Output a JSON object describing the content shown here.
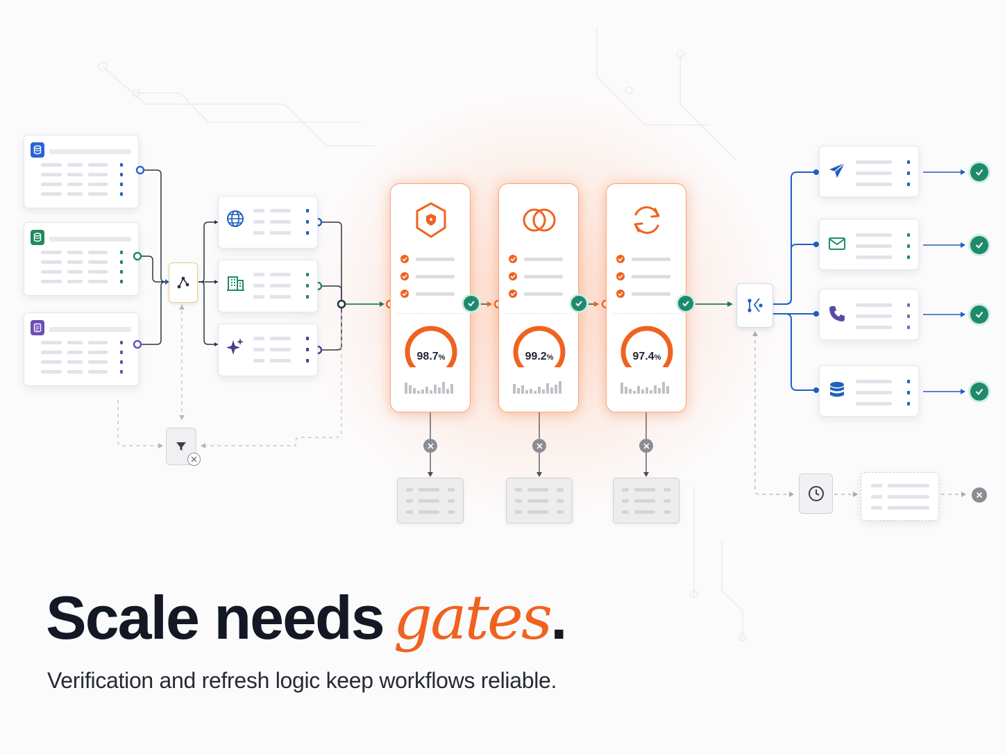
{
  "headline": {
    "main": "Scale needs",
    "accent": "gates",
    "period": "."
  },
  "subline": "Verification and refresh logic keep workflows reliable.",
  "colors": {
    "accent": "#f0621f",
    "success": "#1f8a6b",
    "flow_blue": "#1f5fbf",
    "reject_gray": "#8b8d94",
    "heading": "#141824"
  },
  "sources": [
    {
      "icon": "database-icon",
      "color": "#2a62d6"
    },
    {
      "icon": "spreadsheet-icon",
      "color": "#1f8a5e"
    },
    {
      "icon": "document-icon",
      "color": "#6b4fb5"
    }
  ],
  "enrichment": [
    {
      "icon": "globe-icon"
    },
    {
      "icon": "building-icon"
    },
    {
      "icon": "sparkle-icon"
    }
  ],
  "gates": [
    {
      "icon": "shield-icon",
      "score": "98.7",
      "unit": "%",
      "score_fraction": 0.987
    },
    {
      "icon": "overlap-circles-icon",
      "score": "99.2",
      "unit": "%",
      "score_fraction": 0.992
    },
    {
      "icon": "refresh-icon",
      "score": "97.4",
      "unit": "%",
      "score_fraction": 0.974
    }
  ],
  "outputs": [
    {
      "icon": "send-icon"
    },
    {
      "icon": "mail-icon"
    },
    {
      "icon": "phone-icon"
    },
    {
      "icon": "database-icon"
    }
  ],
  "filter_icon": "filter-icon",
  "router_icon": "branch-icon",
  "clock_icon": "clock-icon"
}
